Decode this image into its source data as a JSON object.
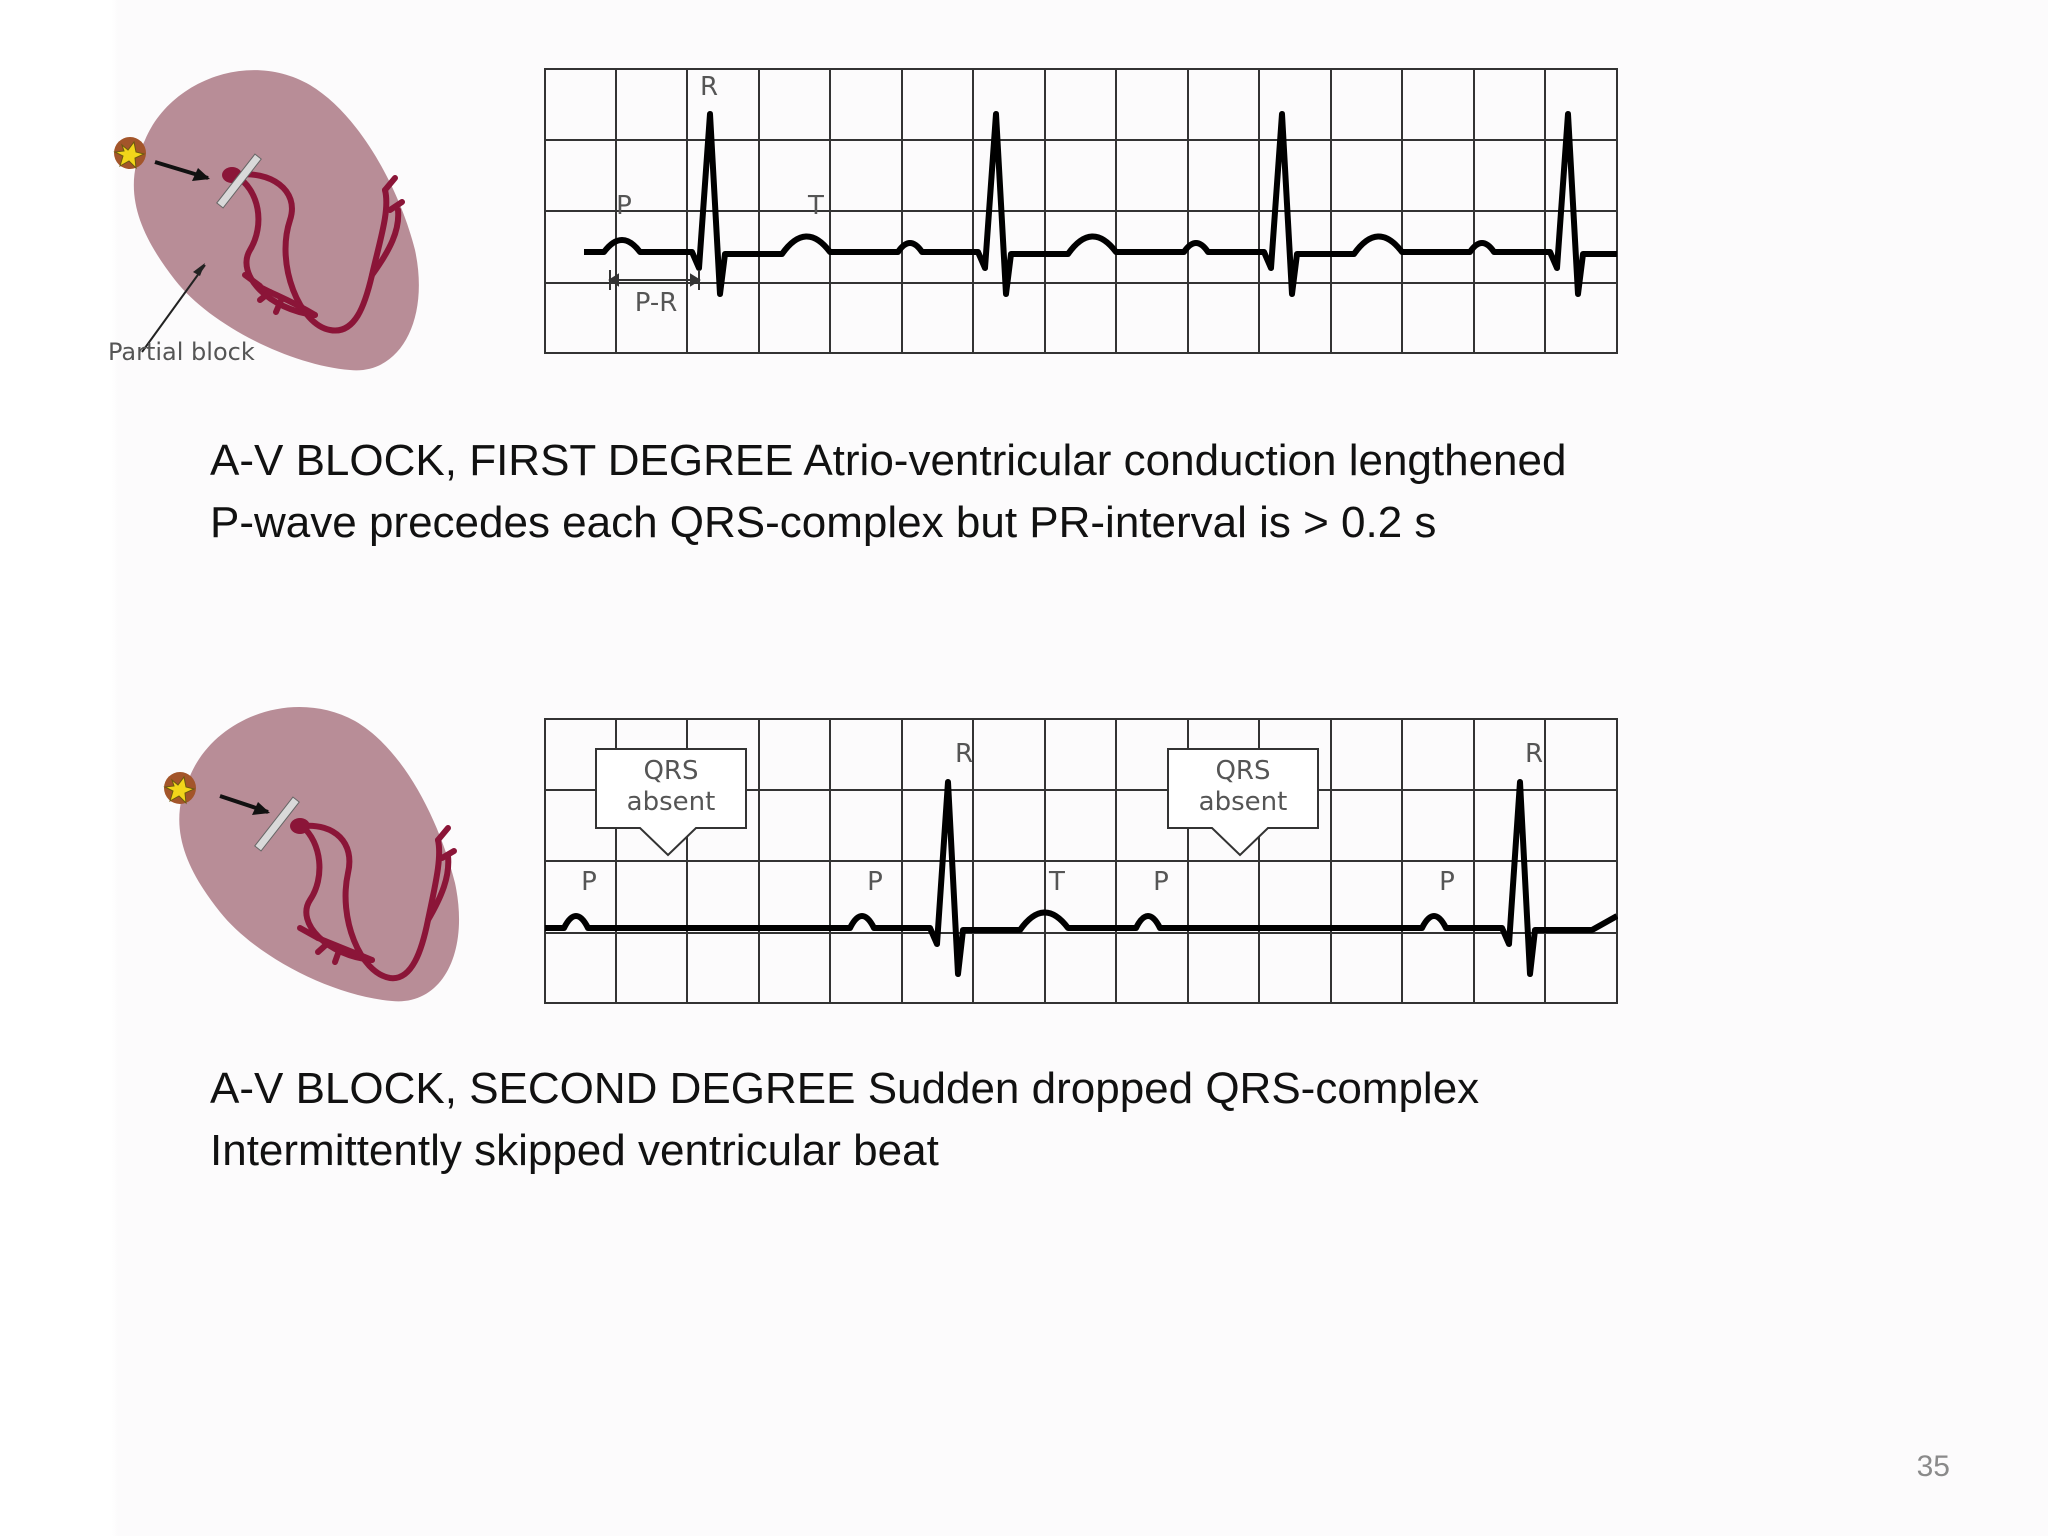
{
  "slide": {
    "page_number": "35"
  },
  "first_degree": {
    "heart_label": "Partial block",
    "ecg_labels": {
      "r": "R",
      "p": "P",
      "t": "T",
      "pr": "P-R"
    },
    "caption_line1": "A-V BLOCK, FIRST DEGREE Atrio-ventricular conduction lengthened",
    "caption_line2": "P-wave precedes each QRS-complex but PR-interval is > 0.2 s"
  },
  "second_degree": {
    "ecg_labels": {
      "qrs_absent_1_line1": "QRS",
      "qrs_absent_1_line2": "absent",
      "qrs_absent_2_line1": "QRS",
      "qrs_absent_2_line2": "absent",
      "r1": "R",
      "r2": "R",
      "p1": "P",
      "p2": "P",
      "p3": "P",
      "p4": "P",
      "t": "T"
    },
    "caption_line1": "A-V BLOCK, SECOND DEGREE Sudden dropped QRS-complex",
    "caption_line2": "Intermittently skipped ventricular beat"
  },
  "colors": {
    "heart_fill": "#b88d97",
    "conduction_path": "#8b1538",
    "sa_node": "#f2d51a",
    "ecg_trace": "#000000",
    "grid": "#333333"
  }
}
